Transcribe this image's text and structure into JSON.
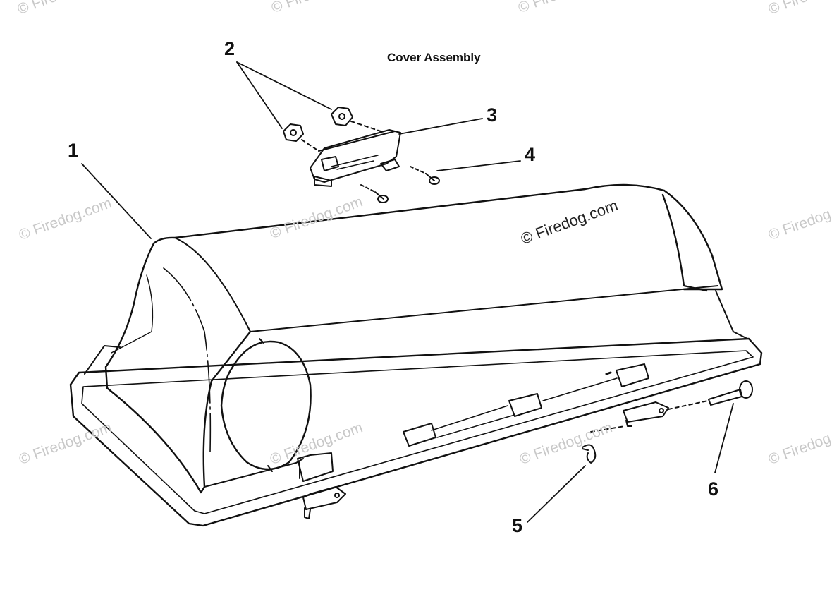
{
  "diagram": {
    "title": "Cover Assembly",
    "callouts": [
      {
        "id": "1",
        "label": "1"
      },
      {
        "id": "2",
        "label": "2"
      },
      {
        "id": "3",
        "label": "3"
      },
      {
        "id": "4",
        "label": "4"
      },
      {
        "id": "5",
        "label": "5"
      },
      {
        "id": "6",
        "label": "6"
      }
    ],
    "watermark_text": "© Firedog.com",
    "watermark_center_text": "© Firedog.com"
  }
}
